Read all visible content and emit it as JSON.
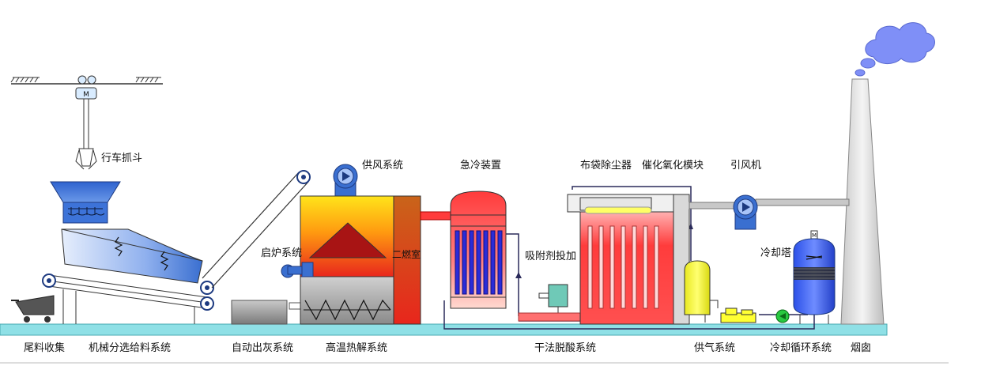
{
  "labels": {
    "crane": "行车抓斗",
    "air_supply": "供风系统",
    "quench": "急冷装置",
    "bag_filter": "布袋除尘器",
    "catalytic": "催化氧化模块",
    "induced_fan": "引风机",
    "secondary_chamber": "二燃室",
    "ignition": "启炉系统",
    "adsorbent": "吸附剂投加",
    "cooling_tower": "冷却塔",
    "motor": "M",
    "tank_motor": "M"
  },
  "bottom_labels": [
    "尾料收集",
    "机械分选给料系统",
    "自动出灰系统",
    "高温热解系统",
    "干法脱酸系统",
    "供气系统",
    "冷却循环系统",
    "烟囱"
  ],
  "colors": {
    "base_platform": "#8fe0e6",
    "hopper_blue": "#3a6fd0",
    "furnace_red": "#e8261c",
    "furnace_yellow": "#ffd31a",
    "chamber_orange": "#d86a14",
    "quench_red": "#f03a3a",
    "filter_red": "#f04848",
    "smoke_cloud": "#7f8ff7",
    "pipe_dark": "#2a2a5a",
    "gas_tank_yellow": "#ffff40"
  }
}
